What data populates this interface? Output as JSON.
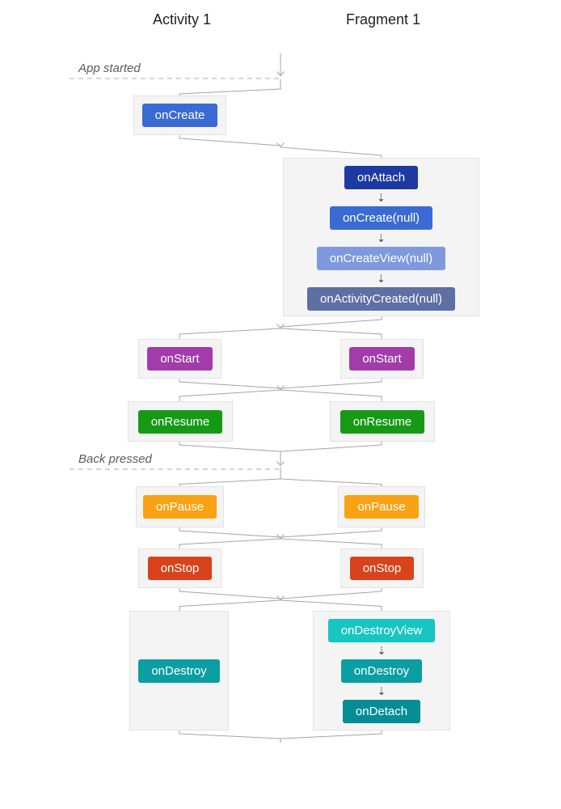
{
  "headers": {
    "activity": "Activity 1",
    "fragment": "Fragment 1"
  },
  "annotations": {
    "app_started": "App started",
    "back_pressed": "Back pressed",
    "flow_arrow": "⇣"
  },
  "nodes": {
    "activity_on_create": "onCreate",
    "fragment_on_attach": "onAttach",
    "fragment_on_create": "onCreate(null)",
    "fragment_on_create_view": "onCreateView(null)",
    "fragment_on_activity_created": "onActivityCreated(null)",
    "activity_on_start": "onStart",
    "fragment_on_start": "onStart",
    "activity_on_resume": "onResume",
    "fragment_on_resume": "onResume",
    "activity_on_pause": "onPause",
    "fragment_on_pause": "onPause",
    "activity_on_stop": "onStop",
    "fragment_on_stop": "onStop",
    "activity_on_destroy": "onDestroy",
    "fragment_on_destroy_view": "onDestroyView",
    "fragment_on_destroy": "onDestroy",
    "fragment_on_detach": "onDetach"
  },
  "colors": {
    "on_create": "#3a6bd4",
    "on_attach": "#1d3aa3",
    "on_create_null": "#3a6bd4",
    "on_create_view": "#7e99de",
    "on_activity_created": "#5d6fa3",
    "on_start": "#a23caa",
    "on_resume": "#169a16",
    "on_pause": "#f9a213",
    "on_stop": "#d8431c",
    "on_destroy": "#0b9ea3",
    "on_destroy_view": "#17c6c1",
    "on_detach": "#058d95",
    "connector_line": "#a5a5a5",
    "dashed_line": "#c9c9c9",
    "container_bg": "#f4f4f4",
    "container_border": "#e3e3e3"
  }
}
